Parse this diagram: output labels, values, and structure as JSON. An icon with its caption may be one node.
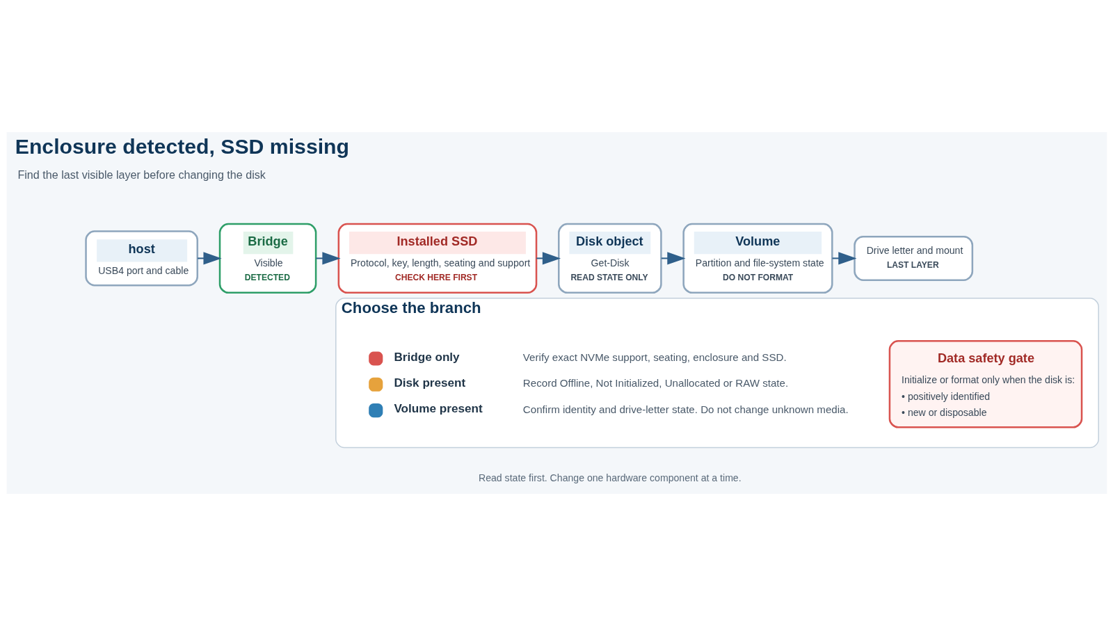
{
  "diagram": {
    "title": "Enclosure detected, SSD missing",
    "caption": "Read state first. Change one hardware component at a time.",
    "nodes": [
      {
        "text": [
          "host",
          "USB4 port and cable"
        ]
      },
      {
        "text": [
          "Bridge",
          "Visible",
          "DETECTED"
        ]
      },
      {
        "text": [
          "Installed SSD",
          "Protocol, key, length, seating and support",
          "CHECK HERE FIRST"
        ]
      },
      {
        "text": [
          "Disk object",
          "Get-Disk",
          "READ STATE ONLY"
        ]
      },
      {
        "text": [
          "Volume",
          "Partition and file-system state",
          "DO NOT FORMAT"
        ]
      },
      {
        "text": [
          "Drive letter and mount",
          "LAST LAYER"
        ]
      },
      {
        "text": [
          "Choose the branch"
        ]
      },
      {
        "text": [
          "Data safety gate",
          "Initialize or format only when the disk is:",
          "• positively identified",
          "• new or disposable"
        ],
        "in": 6
      }
    ],
    "edges": [
      {
        "from": 0,
        "to": 1,
        "arrow": "to"
      },
      {
        "from": 1,
        "to": 2,
        "arrow": "to"
      },
      {
        "from": 2,
        "to": 3,
        "arrow": "to"
      },
      {
        "from": 3,
        "to": 4,
        "arrow": "to"
      },
      {
        "from": 4,
        "to": 5,
        "arrow": "to"
      }
    ],
    "labels": [
      "Find the last visible layer before changing the disk",
      "Verify exact NVMe support, seating, enclosure and SSD.",
      "Record Offline, Not Initialized, Unallocated or RAW state.",
      "Confirm identity and drive-letter state. Do not change unknown media."
    ],
    "legend": [
      {
        "text": "Bridge only",
        "color": "#d9534f"
      },
      {
        "text": "Disk present",
        "color": "#e6a23c"
      },
      {
        "text": "Volume present",
        "color": "#2f7fb5"
      }
    ]
  }
}
